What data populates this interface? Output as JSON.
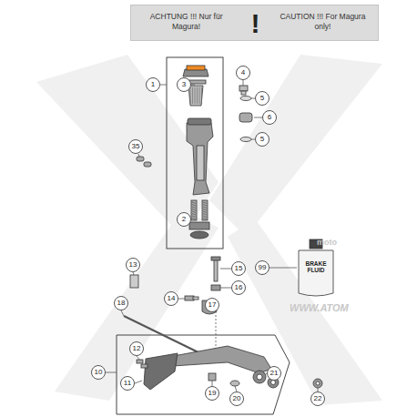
{
  "diagram": {
    "nodes": [
      {
        "text": [
          "ACHTUNG !!! Nur für Magura!",
          "!",
          "CAUTION !!! For Magura only!"
        ]
      },
      {
        "text": [
          "1"
        ]
      },
      {
        "text": [
          "3"
        ]
      },
      {
        "text": [
          "4"
        ]
      },
      {
        "text": [
          "5"
        ]
      },
      {
        "text": [
          "6"
        ]
      },
      {
        "text": [
          "5"
        ]
      },
      {
        "text": [
          "35"
        ]
      },
      {
        "text": [
          "2"
        ]
      },
      {
        "text": [
          "13"
        ]
      },
      {
        "text": [
          "15"
        ]
      },
      {
        "text": [
          "99"
        ]
      },
      {
        "text": [
          "16"
        ]
      },
      {
        "text": [
          "18"
        ]
      },
      {
        "text": [
          "14"
        ]
      },
      {
        "text": [
          "17"
        ]
      },
      {
        "text": [
          "12"
        ]
      },
      {
        "text": [
          "10"
        ]
      },
      {
        "text": [
          "21"
        ]
      },
      {
        "text": [
          "11"
        ]
      },
      {
        "text": [
          "19"
        ]
      },
      {
        "text": [
          "20"
        ]
      },
      {
        "text": [
          "22"
        ]
      }
    ],
    "labels": [
      "BRAKE FLUID",
      "moto",
      "WWW.ATOM"
    ]
  }
}
